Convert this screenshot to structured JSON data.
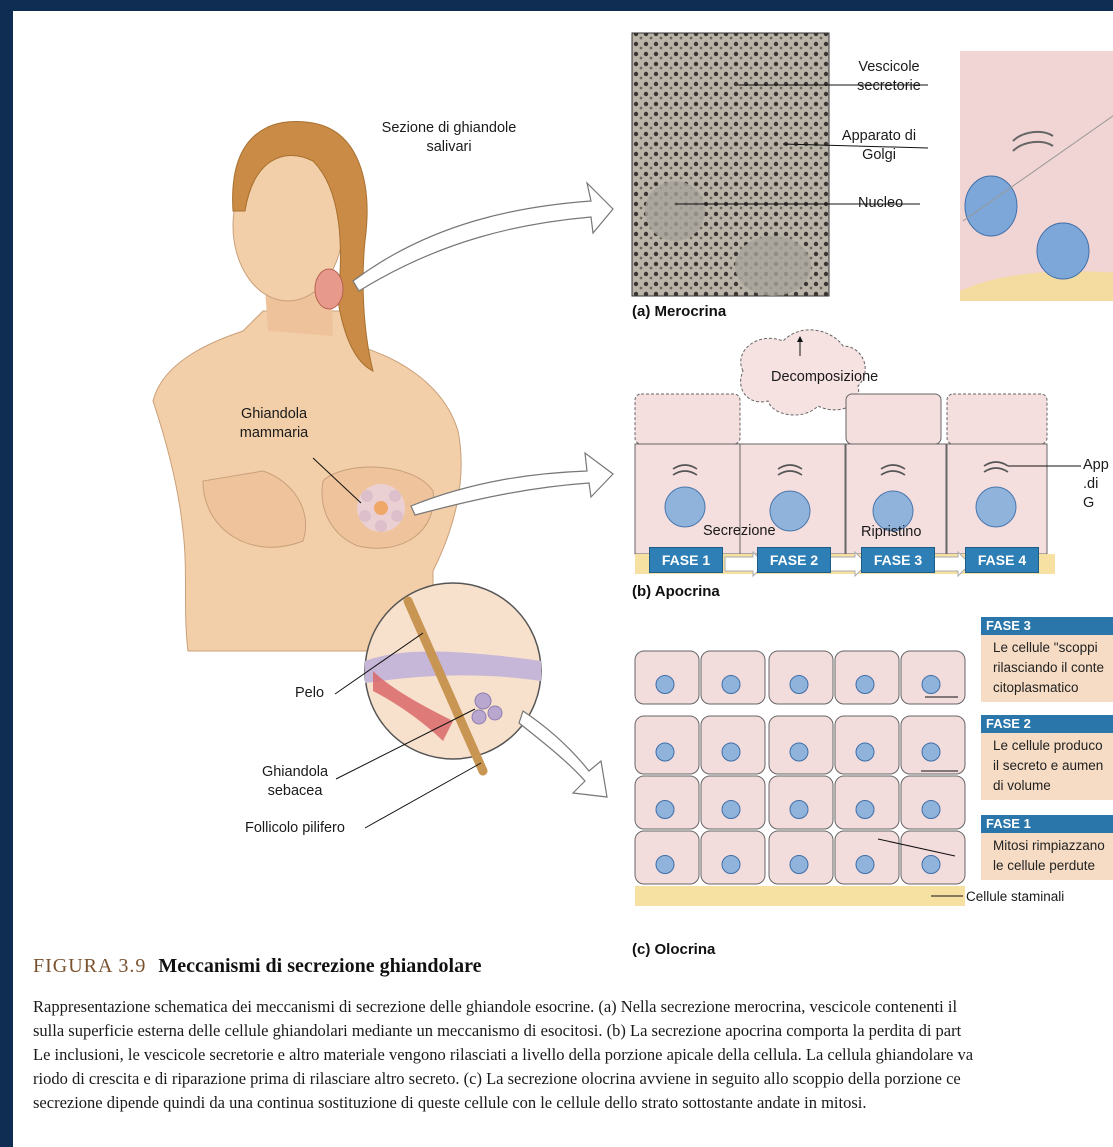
{
  "figure": {
    "number": "FIGURA 3.9",
    "title": "Meccanismi di secrezione ghiandolare",
    "caption_lines": [
      "Rappresentazione schematica dei meccanismi di secrezione delle ghiandole esocrine. (a) Nella secrezione merocrina, vescicole contenenti il",
      "sulla superficie esterna delle cellule ghiandolari mediante un meccanismo di esocitosi. (b) La secrezione apocrina comporta la perdita di part",
      "Le inclusioni, le vescicole secretorie e altro materiale vengono rilasciati a livello della porzione apicale della cellula. La cellula ghiandolare va",
      "riodo di crescita e di riparazione prima di rilasciare altro secreto. (c) La secrezione olocrina avviene in seguito allo scoppio della porzione ce",
      "secrezione dipende quindi da una continua sostituzione di queste cellule con le cellule dello strato sottostante andate in mitosi."
    ]
  },
  "body_labels": {
    "salivary": "Sezione di ghiandole salivari",
    "mammary": "Ghiandola mammaria",
    "hair": "Pelo",
    "sebaceous": "Ghiandola sebacea",
    "follicle": "Follicolo pilifero"
  },
  "merocrine": {
    "caption": "(a) Merocrina",
    "labels": [
      "Vescicole secretorie",
      "Apparato di Golgi",
      "Nucleo"
    ]
  },
  "apocrine": {
    "caption": "(b) Apocrina",
    "decomposition": "Decomposizione",
    "secretion": "Secrezione",
    "restore": "Ripristino",
    "golgi_cut": "App .di G",
    "phases": [
      "FASE 1",
      "FASE 2",
      "FASE 3",
      "FASE 4"
    ]
  },
  "holocrine": {
    "caption": "(c) Olocrina",
    "stem_cells": "Cellule staminali",
    "steps": [
      {
        "head": "FASE 3",
        "text": [
          "Le cellule \"scoppi",
          "rilasciando il conte",
          "citoplasmatico"
        ]
      },
      {
        "head": "FASE 2",
        "text": [
          "Le cellule produco",
          "il secreto e aumen",
          "di volume"
        ]
      },
      {
        "head": "FASE 1",
        "text": [
          "Mitosi rimpiazzano",
          "le cellule perdute"
        ]
      }
    ]
  },
  "colors": {
    "frame": "#0f2d52",
    "phase_blue": "#2d7fb6",
    "cell_pink": "#f3dcdc",
    "nucleus_blue": "#8fb3da",
    "skin": "#f2cfa9",
    "hair": "#c98b45"
  }
}
